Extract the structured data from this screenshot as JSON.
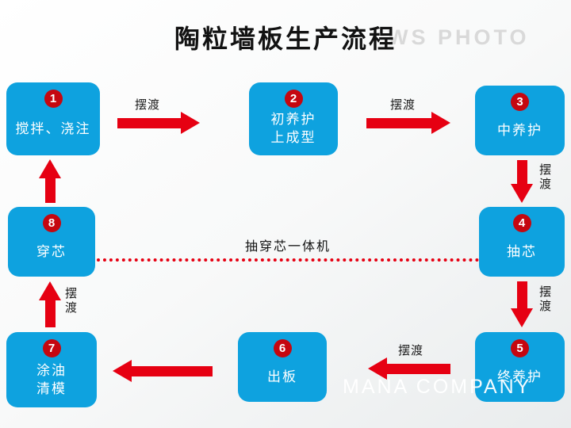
{
  "title": "陶粒墙板生产流程",
  "watermarks": {
    "top": "WS PHOTO",
    "bottom": "MANA COMPANY"
  },
  "colors": {
    "box_blue": "#0ea2df",
    "arrow_red": "#e60012",
    "badge_red": "#c50710",
    "title_color": "#121212"
  },
  "nodes": [
    {
      "num": "1",
      "lines": [
        "搅拌、浇注"
      ]
    },
    {
      "num": "2",
      "lines": [
        "初养护",
        "上成型"
      ]
    },
    {
      "num": "3",
      "lines": [
        "中养护"
      ]
    },
    {
      "num": "4",
      "lines": [
        "抽芯"
      ]
    },
    {
      "num": "5",
      "lines": [
        "终养护"
      ]
    },
    {
      "num": "6",
      "lines": [
        "出板"
      ]
    },
    {
      "num": "7",
      "lines": [
        "涂油",
        "清模"
      ]
    },
    {
      "num": "8",
      "lines": [
        "穿芯"
      ]
    }
  ],
  "edges": [
    {
      "from": "1",
      "to": "2",
      "label": "摆渡"
    },
    {
      "from": "2",
      "to": "3",
      "label": "摆渡"
    },
    {
      "from": "3",
      "to": "4",
      "label": "摆渡"
    },
    {
      "from": "4",
      "to": "5",
      "label": "摆渡"
    },
    {
      "from": "5",
      "to": "6",
      "label": "摆渡"
    },
    {
      "from": "6",
      "to": "7",
      "label": ""
    },
    {
      "from": "7",
      "to": "8",
      "label": "摆渡"
    },
    {
      "from": "8",
      "to": "1",
      "label": ""
    },
    {
      "from": "8",
      "to": "4",
      "label": "抽穿芯一体机",
      "style": "dotted"
    }
  ]
}
